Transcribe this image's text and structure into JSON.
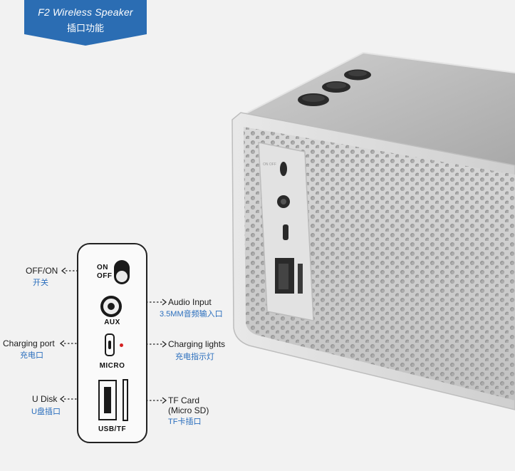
{
  "header": {
    "title": "F2 Wireless Speaker",
    "subtitle": "插口功能",
    "color": "#2b6db3"
  },
  "panel": {
    "switch_on": "ON",
    "switch_off": "OFF",
    "aux_label": "AUX",
    "micro_label": "MICRO",
    "usb_tf_label": "USB/TF"
  },
  "callouts": {
    "off_on": {
      "label": "OFF/ON",
      "cn": "开关"
    },
    "charging_port": {
      "label": "Charging port",
      "cn": "充电口"
    },
    "u_disk": {
      "label": "U Disk",
      "cn": "U盘插口"
    },
    "audio_input": {
      "label": "Audio Input",
      "cn": "3.5MM音频输入口"
    },
    "charging_lights": {
      "label": "Charging lights",
      "cn": "充电指示灯"
    },
    "tf_card": {
      "label": "TF Card",
      "label2": "(Micro SD)",
      "cn": "TF卡插口"
    }
  },
  "colors": {
    "accent_cn": "#2a6ebd",
    "led": "#d42020",
    "background": "#f2f2f2"
  }
}
